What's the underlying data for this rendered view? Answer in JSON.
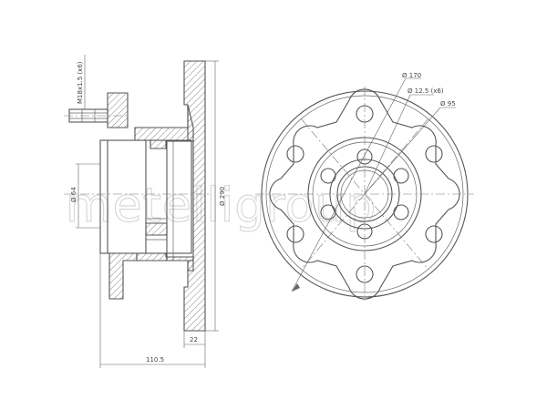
{
  "watermark": "metelligroup",
  "dimensions": {
    "thread": "M18x1.5 (x6)",
    "hub_bore": "Ø 64",
    "disc_diameter": "Ø 290",
    "thickness": "22",
    "total_height": "110.5",
    "bolt_circle": "Ø 170",
    "bolt_holes": "Ø 12.5 (x6)",
    "center_circle": "Ø 95"
  }
}
